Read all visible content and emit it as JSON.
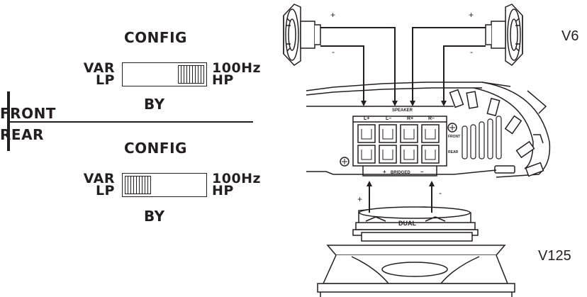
{
  "front_config": {
    "title": "CONFIG",
    "left_label_top": "VAR",
    "left_label_bottom": "LP",
    "right_label_top": "100Hz",
    "right_label_bottom": "HP",
    "position": "100Hz HP",
    "by_label": "BY"
  },
  "rear_config": {
    "title": "CONFIG",
    "left_label_top": "VAR",
    "left_label_bottom": "LP",
    "right_label_top": "100Hz",
    "right_label_bottom": "HP",
    "position": "VAR LP",
    "by_label": "BY"
  },
  "channel_labels": {
    "front": "FRONT",
    "rear": "REAR"
  },
  "wiring": {
    "speaker_plus": "+",
    "speaker_minus": "-",
    "terminal_block_label": "SPEAKER",
    "terminals": [
      "L+",
      "L–",
      "R+",
      "R–"
    ],
    "side_front": "FRONT",
    "side_rear": "REAR",
    "bridged_label": "BRIDGED",
    "bridged_plus": "+",
    "bridged_minus": "–"
  },
  "models": {
    "top_speakers": "V6",
    "subwoofer": "V125"
  }
}
